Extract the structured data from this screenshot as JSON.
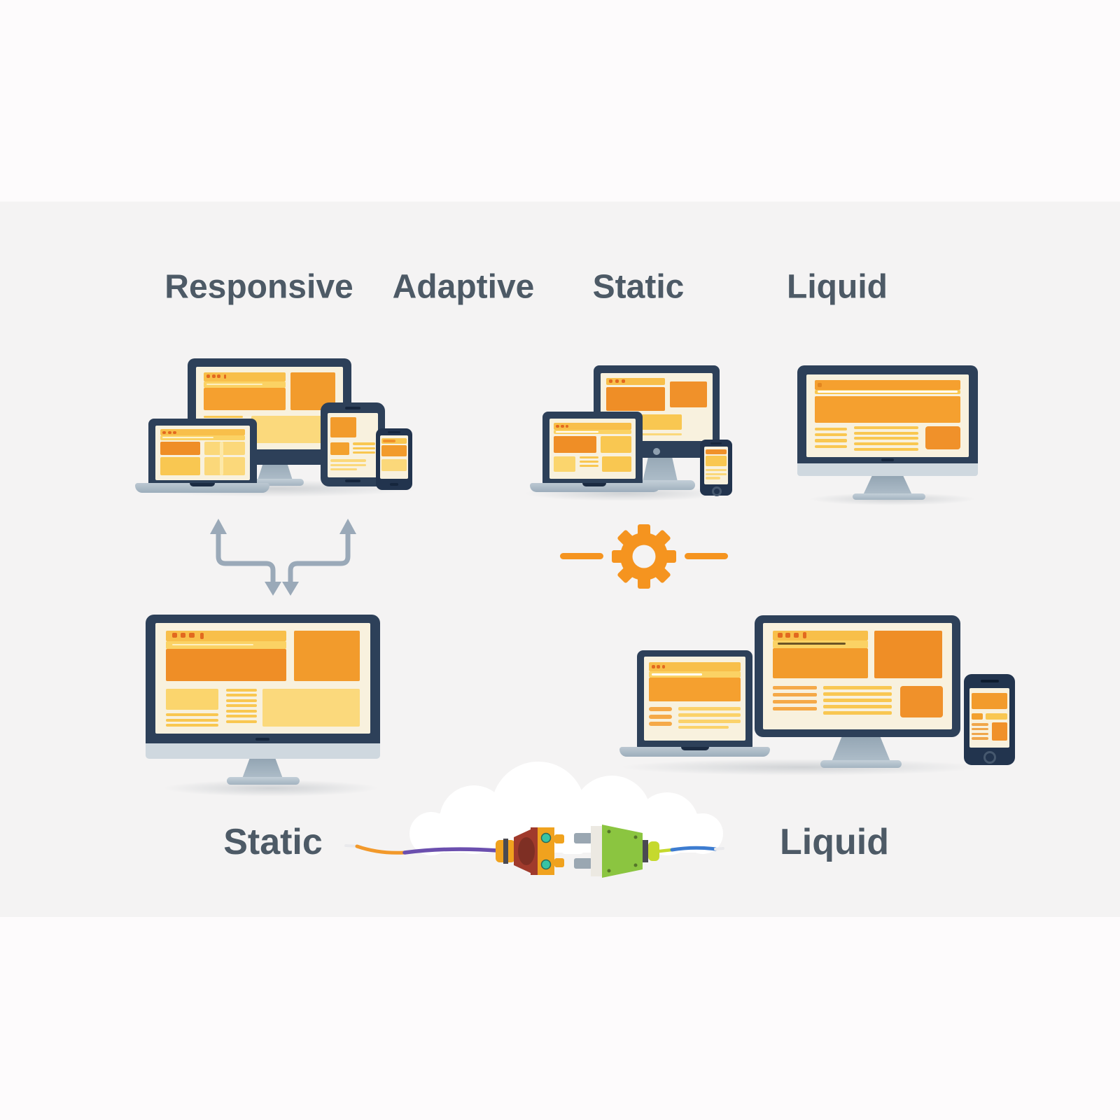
{
  "canvas": {
    "background": "#fdfbfc",
    "band_color": "#f4f3f3"
  },
  "palette": {
    "bezel_navy": "#2d4059",
    "screen_cream": "#f8f1de",
    "orange": "#f5a02f",
    "orange_dark": "#ef8e26",
    "orange_deep": "#e2691f",
    "yellow": "#f9c751",
    "yellow_light": "#fbd97c",
    "stand_gray": "#a9b8c4",
    "label_text": "#4d5a66",
    "arrow_gray": "#9aa9b8",
    "gear_orange": "#f5941f"
  },
  "labels": {
    "top": [
      {
        "id": "responsive",
        "text": "Responsive"
      },
      {
        "id": "adaptive",
        "text": "Adaptive"
      },
      {
        "id": "static",
        "text": "Static"
      },
      {
        "id": "liquid",
        "text": "Liquid"
      }
    ],
    "bottom": [
      {
        "id": "static",
        "text": "Static"
      },
      {
        "id": "liquid",
        "text": "Liquid"
      }
    ]
  },
  "icons": [
    {
      "name": "fork-arrows-icon",
      "color": "#9aa9b8"
    },
    {
      "name": "gear-icon",
      "color": "#f5941f"
    },
    {
      "name": "cloud-icon",
      "color": "#ffffff"
    },
    {
      "name": "plug-left-icon",
      "colors": [
        "#a03a2c",
        "#f0a21e",
        "#38c4a4"
      ]
    },
    {
      "name": "plug-right-icon",
      "colors": [
        "#8bc540",
        "#9aa7b2",
        "#c5d92e"
      ]
    },
    {
      "name": "wire-left-icon",
      "colors": [
        "#f2992b",
        "#6b4fae"
      ]
    },
    {
      "name": "wire-right-icon",
      "colors": [
        "#c5d92e",
        "#3d7cd0"
      ]
    }
  ],
  "device_groups": [
    {
      "name": "responsive-device-group",
      "devices": [
        "monitor",
        "laptop",
        "tablet",
        "smartphone"
      ]
    },
    {
      "name": "adaptive-static-device-group",
      "devices": [
        "monitor",
        "laptop",
        "smartphone"
      ]
    },
    {
      "name": "liquid-top-group",
      "devices": [
        "monitor"
      ]
    },
    {
      "name": "static-bottom-group",
      "devices": [
        "monitor"
      ]
    },
    {
      "name": "liquid-bottom-group",
      "devices": [
        "monitor",
        "laptop",
        "smartphone"
      ]
    }
  ]
}
